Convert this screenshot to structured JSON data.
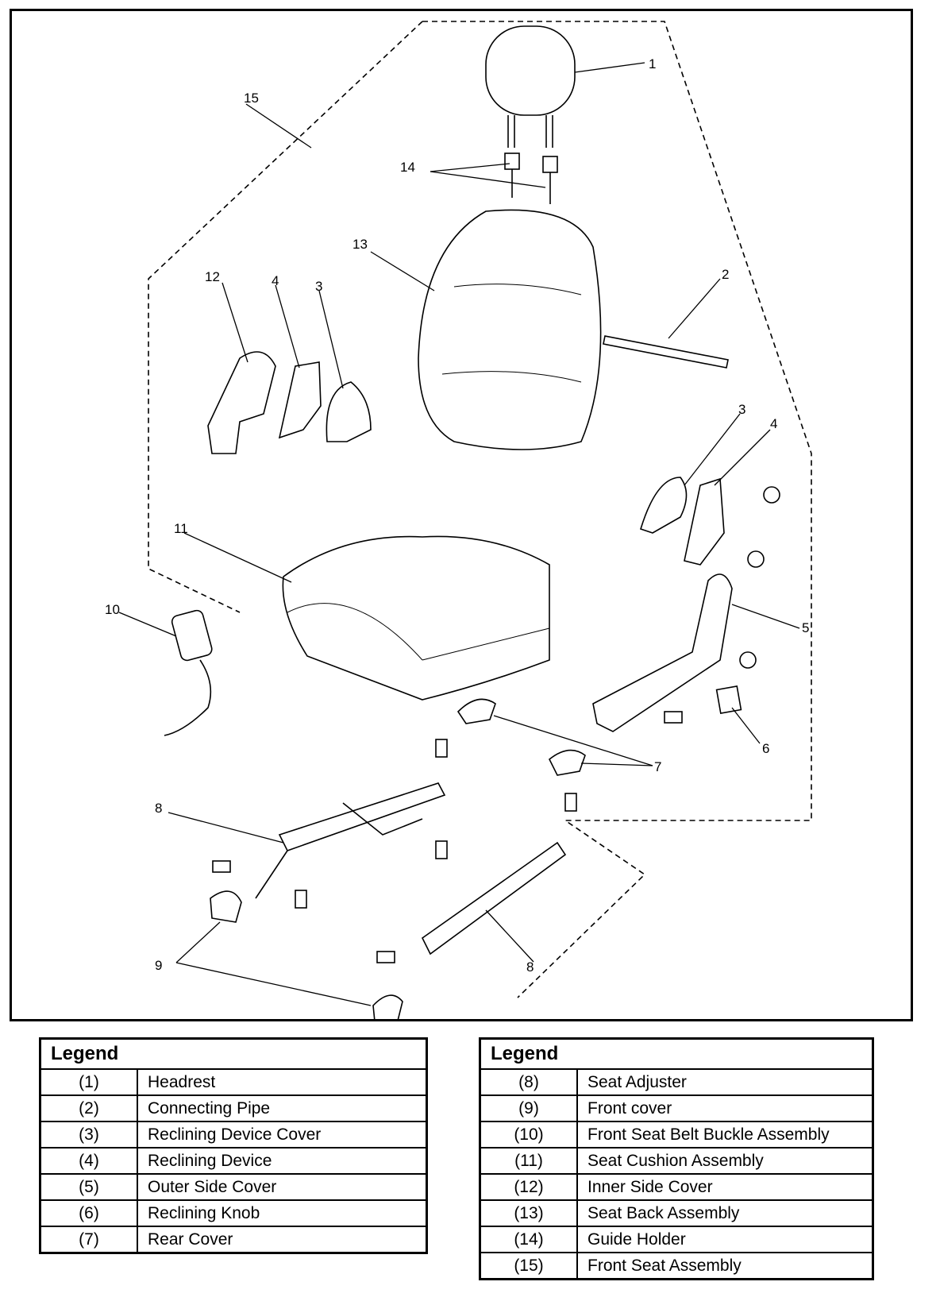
{
  "callouts": [
    "1",
    "2",
    "3",
    "4",
    "5",
    "6",
    "7",
    "8",
    "9",
    "10",
    "11",
    "12",
    "13",
    "14",
    "15"
  ],
  "legend_left": {
    "title": "Legend",
    "rows": [
      {
        "num": "(1)",
        "text": "Headrest"
      },
      {
        "num": "(2)",
        "text": "Connecting Pipe"
      },
      {
        "num": "(3)",
        "text": "Reclining Device Cover"
      },
      {
        "num": "(4)",
        "text": "Reclining Device"
      },
      {
        "num": "(5)",
        "text": "Outer Side Cover"
      },
      {
        "num": "(6)",
        "text": "Reclining Knob"
      },
      {
        "num": "(7)",
        "text": "Rear Cover"
      }
    ]
  },
  "legend_right": {
    "title": "Legend",
    "rows": [
      {
        "num": "(8)",
        "text": "Seat Adjuster"
      },
      {
        "num": "(9)",
        "text": "Front cover"
      },
      {
        "num": "(10)",
        "text": "Front Seat Belt Buckle Assembly"
      },
      {
        "num": "(11)",
        "text": "Seat Cushion Assembly"
      },
      {
        "num": "(12)",
        "text": "Inner Side Cover"
      },
      {
        "num": "(13)",
        "text": "Seat Back Assembly"
      },
      {
        "num": "(14)",
        "text": "Guide Holder"
      },
      {
        "num": "(15)",
        "text": "Front Seat Assembly"
      }
    ]
  }
}
